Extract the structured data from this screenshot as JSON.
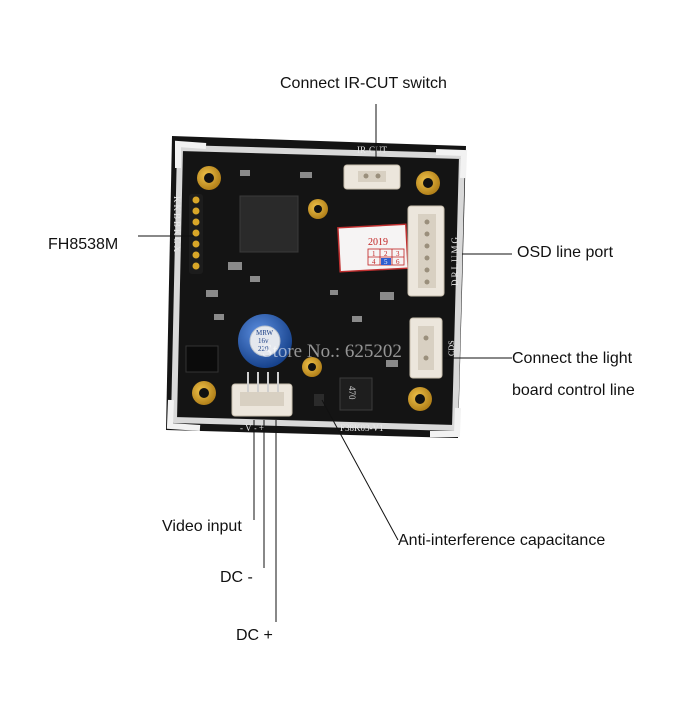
{
  "labels": {
    "ircut_switch": "Connect IR-CUT switch",
    "chip": "FH8538M",
    "osd": "OSD line port",
    "light_line1": "Connect the light",
    "light_line2": "board control line",
    "video": "Video input",
    "dc_minus": "DC -",
    "dc_plus": "DC +",
    "capacitance": "Anti-interference capacitance"
  },
  "board_silkscreen": {
    "ircut": "IR-CUT",
    "osd_pins": "DRLUMG",
    "left_pins": "KKBBKCX",
    "cds": "CDS",
    "power_pins": "- V - +",
    "model": "F38K03-V1",
    "inductor": "470",
    "cap_brand": "MRW",
    "cap_voltage": "16v",
    "cap_value": "220",
    "sticker_year": "2019",
    "sticker_digits": [
      "1",
      "2",
      "3",
      "4",
      "5",
      "6"
    ]
  },
  "watermark": "Store No.: 625202",
  "colors": {
    "pcb": "#141414",
    "pcb_edge": "#e6e6e6",
    "gold": "#c8961e",
    "capacitor": "#1a4fa6",
    "connector": "#ece6dc",
    "leader": "#111111"
  }
}
